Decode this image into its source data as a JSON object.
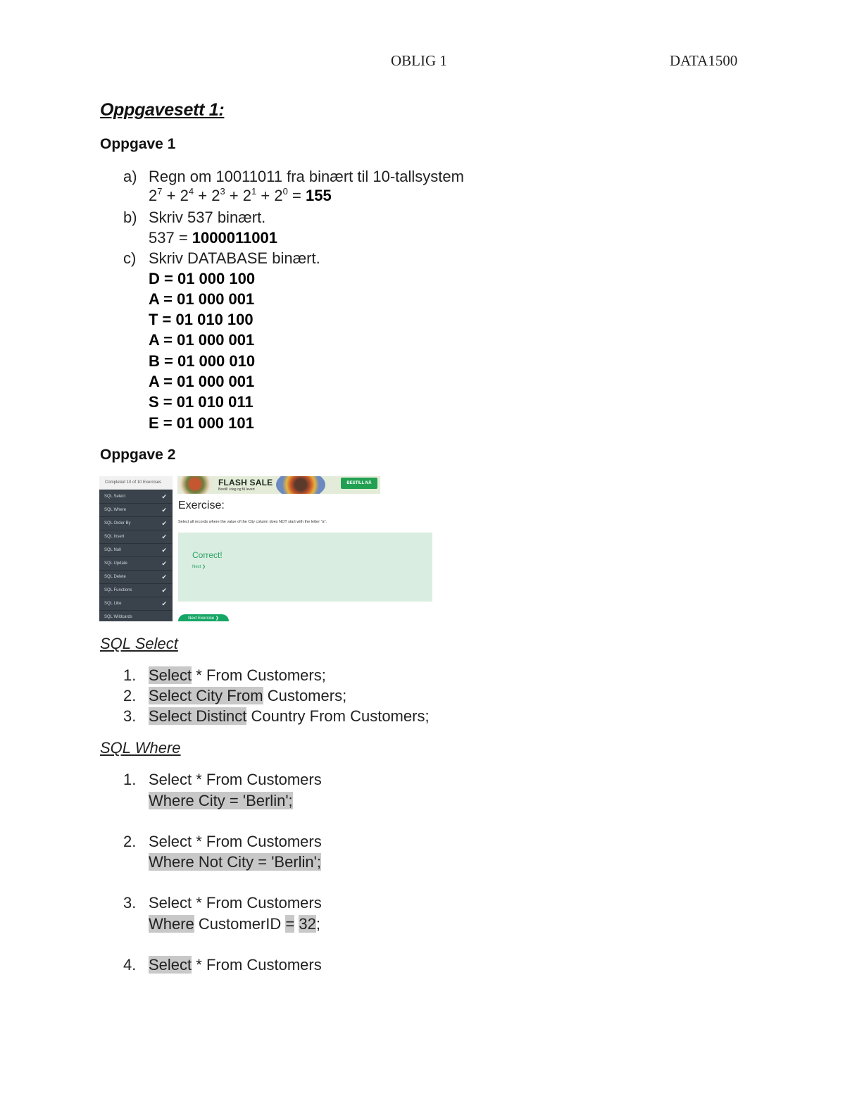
{
  "header": {
    "center": "OBLIG 1",
    "right": "DATA1500"
  },
  "doc_title": "Oppgavesett 1:",
  "oppgave1": {
    "title": "Oppgave 1",
    "a": {
      "label": "a)",
      "question": "Regn om 10011011 fra binært til 10-tallsystem",
      "terms": [
        {
          "base": "2",
          "exp": "7"
        },
        {
          "base": "2",
          "exp": "4"
        },
        {
          "base": "2",
          "exp": "3"
        },
        {
          "base": "2",
          "exp": "1"
        },
        {
          "base": "2",
          "exp": "0"
        }
      ],
      "plus": "+",
      "equals": "=",
      "answer": "155"
    },
    "b": {
      "label": "b)",
      "question": "Skriv 537 binært.",
      "prefix": "537 =",
      "answer": "1000011001"
    },
    "c": {
      "label": "c)",
      "question": "Skriv DATABASE binært.",
      "rows": [
        "D = 01 000 100",
        "A = 01 000 001",
        "T = 01 010 100",
        "A = 01 000 001",
        "B = 01 000 010",
        "A = 01 000 001",
        "S = 01 010 011",
        "E = 01 000 101"
      ]
    }
  },
  "oppgave2": {
    "title": "Oppgave 2",
    "screenshot": {
      "sidebar_top": "Completed 10 of 10 Exercises",
      "sidebar_items": [
        "SQL Select",
        "SQL Where",
        "SQL Order By",
        "SQL Insert",
        "SQL Null",
        "SQL Update",
        "SQL Delete",
        "SQL Functions",
        "SQL Like",
        "SQL Wildcards"
      ],
      "check": "✔",
      "banner_title": "FLASH SALE",
      "banner_sub": "Bestill i dag og få levert",
      "banner_button": "BESTILL NÅ",
      "exercise_title": "Exercise:",
      "exercise_desc": "Select all records where the value of the City column does NOT start with the letter \"a\".",
      "correct": "Correct!",
      "next": "Next ❯",
      "next_exercise": "Next Exercise ❯",
      "colors": {
        "sidebar": "#3a434c",
        "success_bg": "#d9eee0",
        "success_text": "#2aa06a",
        "button": "#15a565"
      }
    }
  },
  "sql_select": {
    "title": "SQL Select",
    "items": [
      {
        "num": "1.",
        "hl": "Select",
        "rest": " * From Customers;"
      },
      {
        "num": "2.",
        "hl": "Select City From",
        "rest": " Customers;"
      },
      {
        "num": "3.",
        "hl": "Select Distinct",
        "rest": " Country From Customers;"
      }
    ]
  },
  "sql_where": {
    "title": "SQL Where",
    "items": [
      {
        "num": "1.",
        "line1": "Select * From Customers",
        "line2_hl": "Where City = 'Berlin';"
      },
      {
        "num": "2.",
        "line1": "Select * From Customers",
        "line2_hl": "Where Not City = 'Berlin';"
      },
      {
        "num": "3.",
        "line1": "Select * From Customers",
        "l2a": "Where",
        "l2b": " CustomerID ",
        "l2c": "=",
        "l2d": " ",
        "l2e": "32",
        "l2f": ";"
      },
      {
        "num": "4.",
        "hl": "Select",
        "rest": " * From Customers"
      }
    ]
  }
}
